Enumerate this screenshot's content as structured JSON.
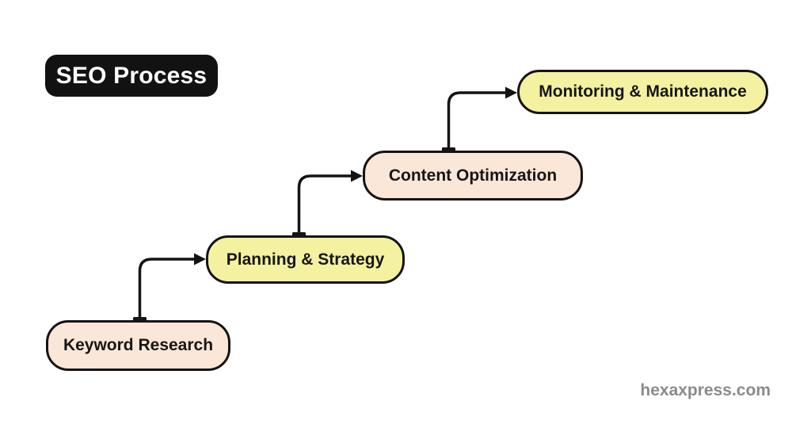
{
  "title": {
    "label": "SEO Process",
    "bg_color": "#121212",
    "text_color": "#ffffff"
  },
  "steps": [
    {
      "label": "Keyword Research",
      "fill_hex": "#fbe7d8"
    },
    {
      "label": "Planning & Strategy",
      "fill_hex": "#f4f1a1"
    },
    {
      "label": "Content Optimization",
      "fill_hex": "#fbe7d8"
    },
    {
      "label": "Monitoring & Maintenance",
      "fill_hex": "#f4f1a1"
    }
  ],
  "colors": {
    "border": "#141414",
    "connector": "#141414",
    "background": "#ffffff",
    "watermark_text": "#8b8b8b"
  },
  "watermark": "hexaxpress.com"
}
